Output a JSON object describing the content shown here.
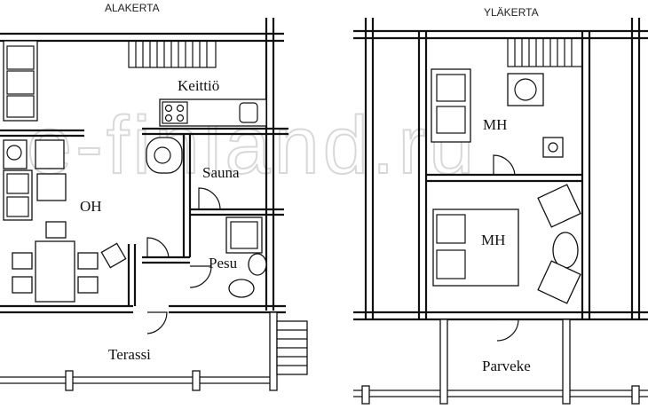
{
  "floors": {
    "ground": {
      "title": "ALAKERTA"
    },
    "upper": {
      "title": "YLÄKERTA"
    }
  },
  "rooms": {
    "living": "OH",
    "kitchen": "Keittiö",
    "sauna": "Sauna",
    "wash": "Pesu",
    "terrace": "Terassi",
    "bedroom_upper": "MH",
    "bedroom_lower": "MH",
    "balcony": "Parveke"
  },
  "watermark": "e-finland.ru"
}
